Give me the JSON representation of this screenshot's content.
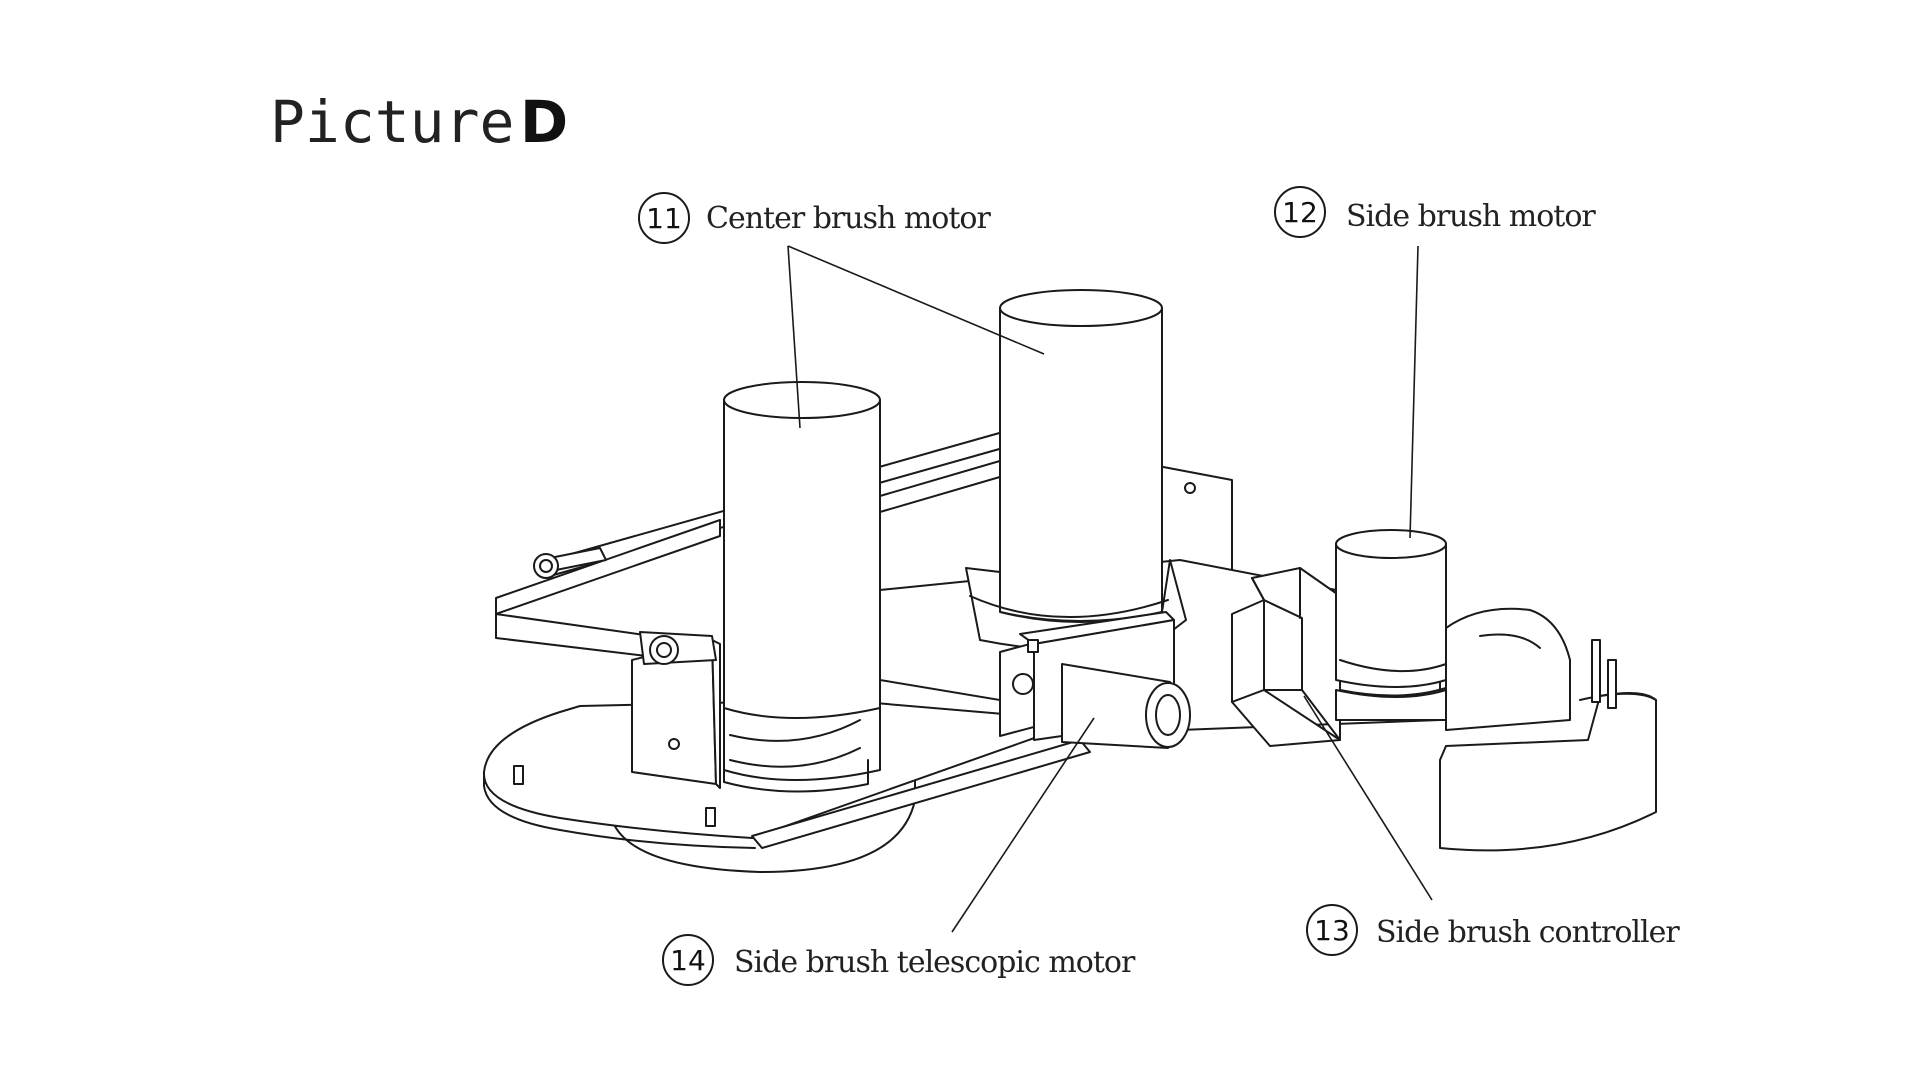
{
  "title": {
    "word": "Picture",
    "letter": "D"
  },
  "callouts": [
    {
      "number": "11",
      "label": "Center brush motor"
    },
    {
      "number": "12",
      "label": "Side brush motor"
    },
    {
      "number": "13",
      "label": "Side brush controller"
    },
    {
      "number": "14",
      "label": "Side brush telescopic motor"
    }
  ]
}
